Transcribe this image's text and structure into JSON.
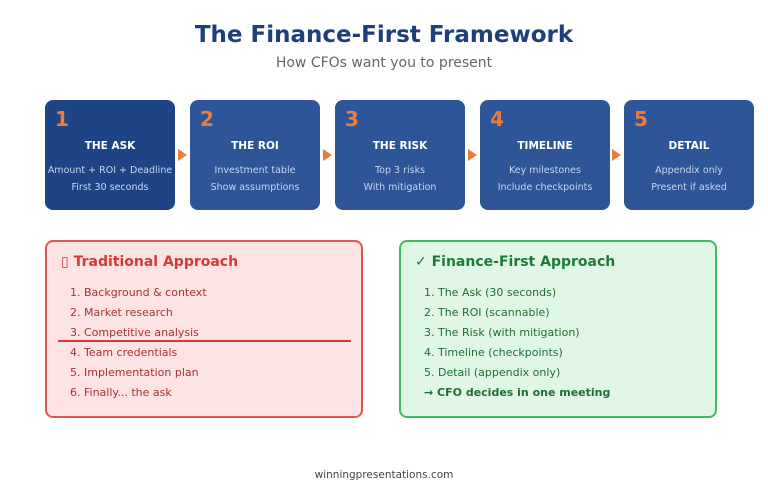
{
  "header": {
    "title": "The Finance-First Framework",
    "subtitle": "How CFOs want you to present"
  },
  "steps": [
    {
      "number": "1",
      "title": "THE ASK",
      "line1": "Amount + ROI + Deadline",
      "line2": "First 30 seconds"
    },
    {
      "number": "2",
      "title": "THE ROI",
      "line1": "Investment table",
      "line2": "Show assumptions"
    },
    {
      "number": "3",
      "title": "THE RISK",
      "line1": "Top 3 risks",
      "line2": "With mitigation"
    },
    {
      "number": "4",
      "title": "TIMELINE",
      "line1": "Key milestones",
      "line2": "Include checkpoints"
    },
    {
      "number": "5",
      "title": "DETAIL",
      "line1": "Appendix only",
      "line2": "Present if asked"
    }
  ],
  "traditional": {
    "heading": "▯ Traditional Approach",
    "items": [
      "1. Background & context",
      "2. Market research",
      "3. Competitive analysis",
      "4. Team credentials",
      "5. Implementation plan",
      "6. Finally... the ask"
    ]
  },
  "finance_first": {
    "heading": "✓ Finance-First Approach",
    "items": [
      "1. The Ask (30 seconds)",
      "2. The ROI (scannable)",
      "3. The Risk (with mitigation)",
      "4. Timeline (checkpoints)",
      "5. Detail (appendix only)",
      "→ CFO decides in one meeting"
    ]
  },
  "footer": {
    "text": "winningpresentations.com"
  },
  "colors": {
    "navy": "#1f3f7a",
    "step_bg": "#2d5597",
    "accent_orange": "#ee7b3a",
    "red": "#d23a3a",
    "green": "#1f7a3a"
  }
}
